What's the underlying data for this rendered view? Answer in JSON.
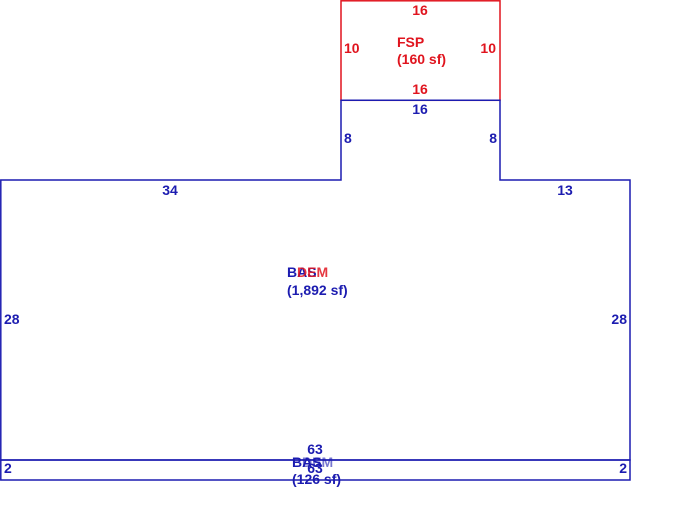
{
  "colors": {
    "main_outline": "#1c1cb0",
    "porch_outline": "#e0141e",
    "background": "#ffffff"
  },
  "areas": {
    "main": {
      "code": "BAS",
      "area_text": "(1,892 sf)",
      "overlay_code": "DEM"
    },
    "porch": {
      "code": "FSP",
      "area_text": "(160 sf)"
    },
    "strip": {
      "code": "BAS",
      "area_text": "(126 sf)",
      "overlay_code": "DEM"
    }
  },
  "dimensions": {
    "porch_top": "16",
    "porch_left": "10",
    "porch_right": "10",
    "porch_bottom": "16",
    "bump_top": "16",
    "bump_left": "8",
    "bump_right": "8",
    "main_top_left": "34",
    "main_top_right": "13",
    "main_left": "28",
    "main_right": "28",
    "main_bottom": "63",
    "strip_top": "63",
    "strip_left": "2",
    "strip_right": "2"
  }
}
